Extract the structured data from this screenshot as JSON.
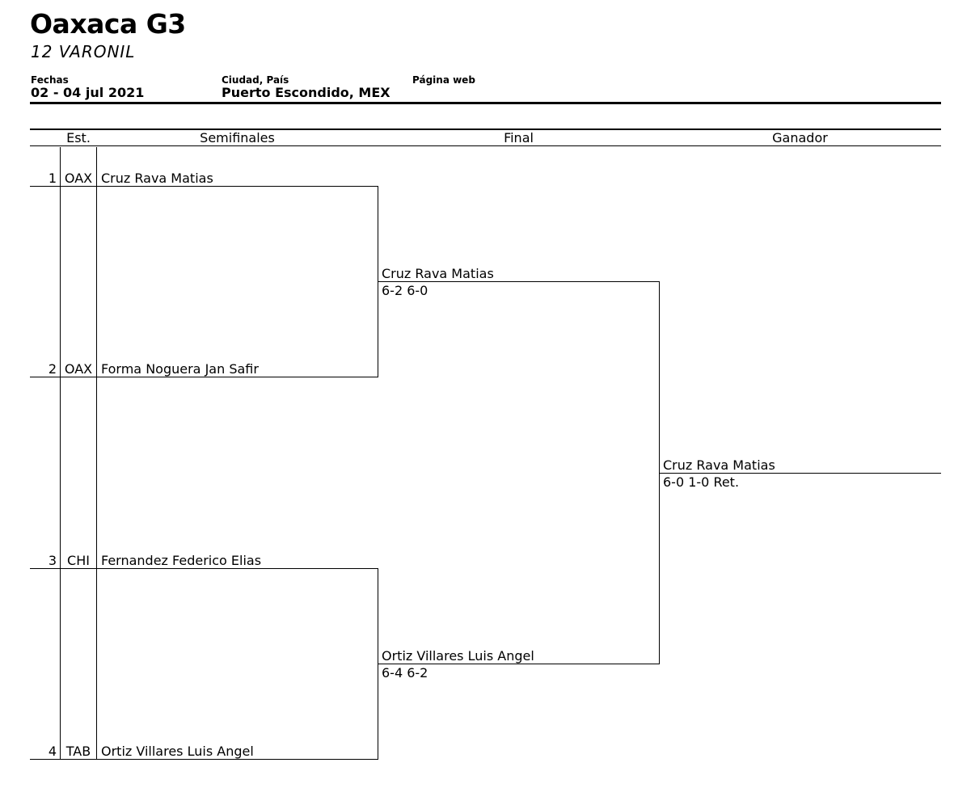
{
  "header": {
    "title": "Oaxaca G3",
    "subtitle": "12 VARONIL",
    "dates_label": "Fechas",
    "dates_value": "02 - 04 jul 2021",
    "city_label": "Ciudad, País",
    "city_value": "Puerto Escondido, MEX",
    "web_label": "Página web",
    "web_value": ""
  },
  "columns": {
    "est": "Est.",
    "semis": "Semifinales",
    "final": "Final",
    "winner": "Ganador"
  },
  "entries": [
    {
      "seed": "1",
      "state": "OAX",
      "name": "Cruz Rava Matias"
    },
    {
      "seed": "2",
      "state": "OAX",
      "name": "Forma Noguera Jan Safir"
    },
    {
      "seed": "3",
      "state": "CHI",
      "name": "Fernandez Federico Elias"
    },
    {
      "seed": "4",
      "state": "TAB",
      "name": "Ortiz Villares Luis Angel"
    }
  ],
  "semifinal_results": [
    {
      "name": "Cruz Rava Matias",
      "score": "6-2 6-0"
    },
    {
      "name": "Ortiz Villares Luis Angel",
      "score": "6-4 6-2"
    }
  ],
  "final_result": {
    "name": "Cruz Rava Matias",
    "score": "6-0 1-0 Ret."
  }
}
